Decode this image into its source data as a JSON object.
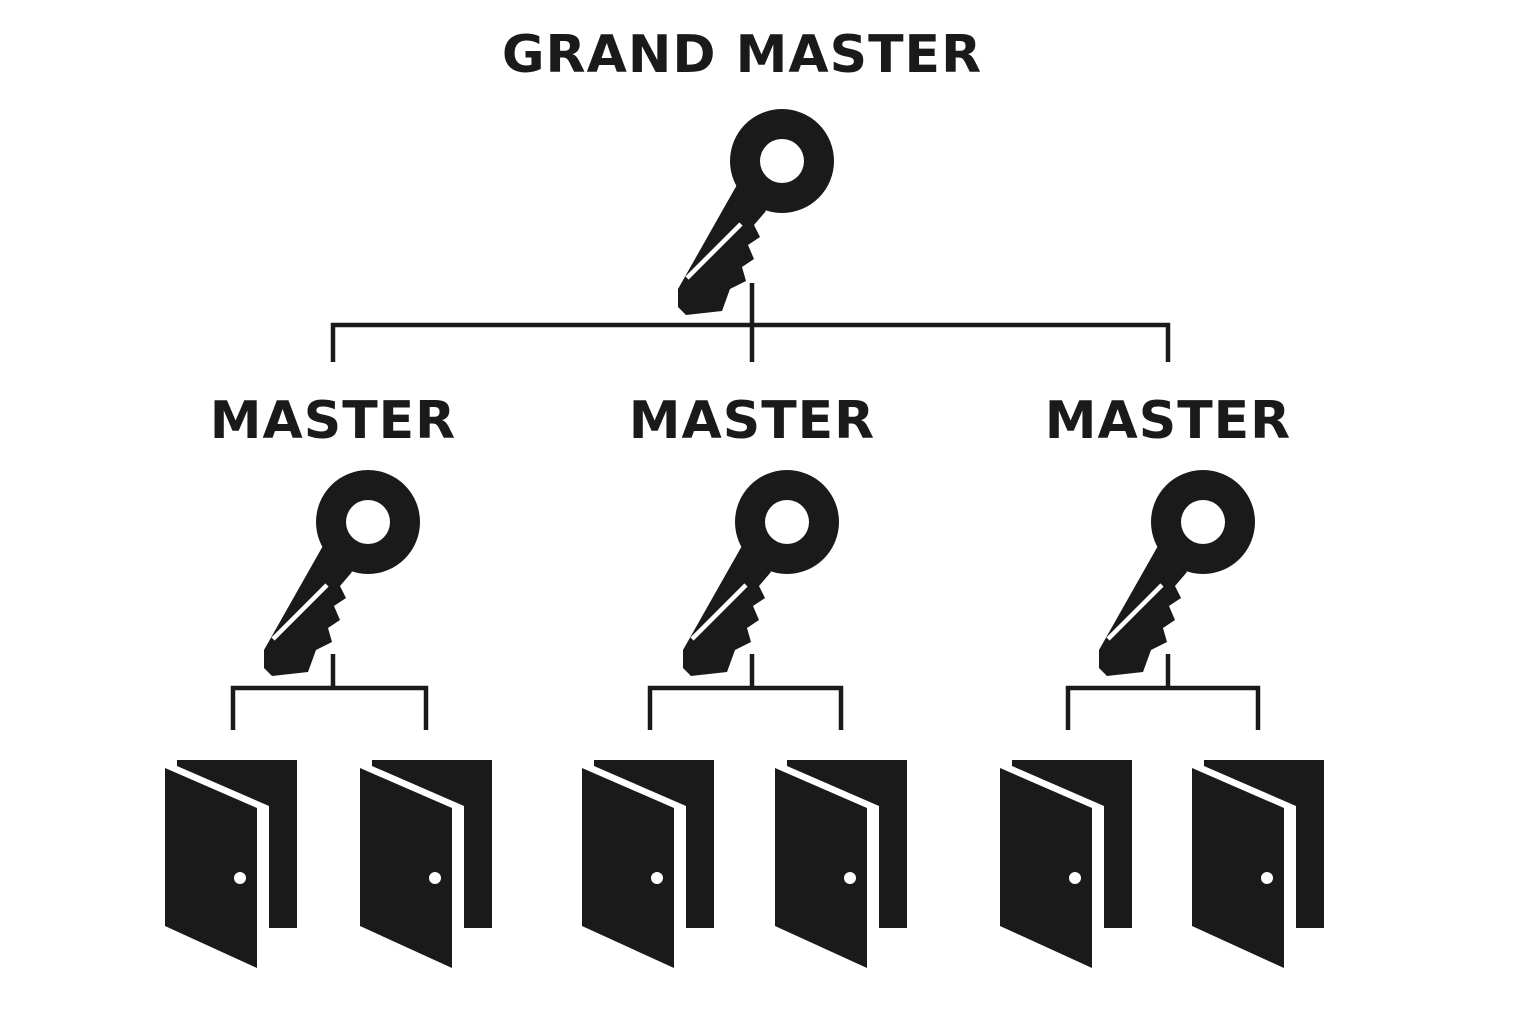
{
  "title": "GRAND MASTER",
  "colors": {
    "ink": "#1a1a1a",
    "background": "#ffffff"
  },
  "grand_master": {
    "label": "GRAND MASTER",
    "icon": "key-icon"
  },
  "masters": [
    {
      "label": "MASTER",
      "icon": "key-icon",
      "doors": [
        {
          "icon": "door-icon"
        },
        {
          "icon": "door-icon"
        }
      ]
    },
    {
      "label": "MASTER",
      "icon": "key-icon",
      "doors": [
        {
          "icon": "door-icon"
        },
        {
          "icon": "door-icon"
        }
      ]
    },
    {
      "label": "MASTER",
      "icon": "key-icon",
      "doors": [
        {
          "icon": "door-icon"
        },
        {
          "icon": "door-icon"
        }
      ]
    }
  ]
}
